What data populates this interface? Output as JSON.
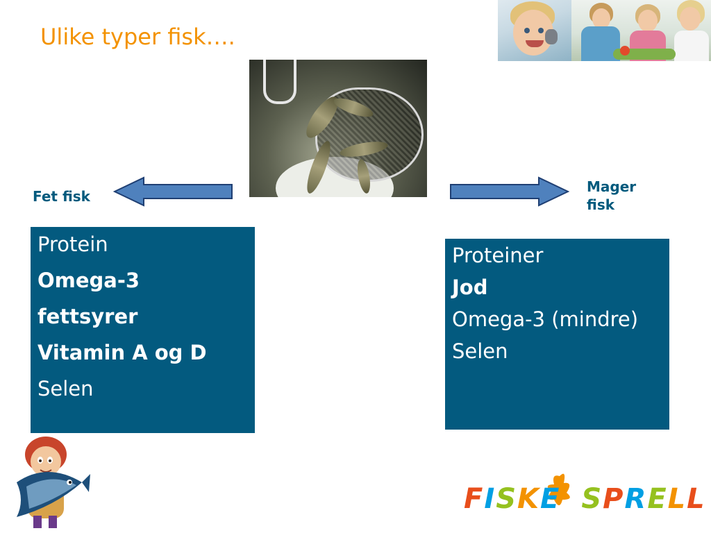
{
  "slide": {
    "title": "Ulike typer fisk…."
  },
  "left": {
    "label": "Fet fisk",
    "items": [
      {
        "text": "Protein",
        "bold": false
      },
      {
        "text": "Omega-3",
        "bold": true
      },
      {
        "text": "fettsyrer",
        "bold": true
      },
      {
        "text": "Vitamin A og D",
        "bold": true
      },
      {
        "text": "Selen",
        "bold": false
      }
    ]
  },
  "right": {
    "label_line1": "Mager",
    "label_line2": "fisk",
    "items": [
      {
        "text": "Proteiner",
        "bold": false
      },
      {
        "text": "Jod",
        "bold": true
      },
      {
        "text": "Omega-3 (mindre)",
        "bold": false
      },
      {
        "text": "Selen",
        "bold": false
      }
    ]
  },
  "logo": {
    "text": "FISKESPRELL",
    "letters": [
      "F",
      "I",
      "S",
      "K",
      "E",
      "S",
      "P",
      "R",
      "E",
      "L",
      "L"
    ]
  },
  "colors": {
    "title": "#f39200",
    "label": "#005a7d",
    "box": "#035a7f",
    "arrow_fill": "#4f81bd",
    "arrow_stroke": "#1f3f73"
  },
  "icons": {
    "arrow_left": "arrow-left-icon",
    "arrow_right": "arrow-right-icon",
    "mascot": "fish-mascot-image",
    "photo": "fish-net-photo"
  }
}
